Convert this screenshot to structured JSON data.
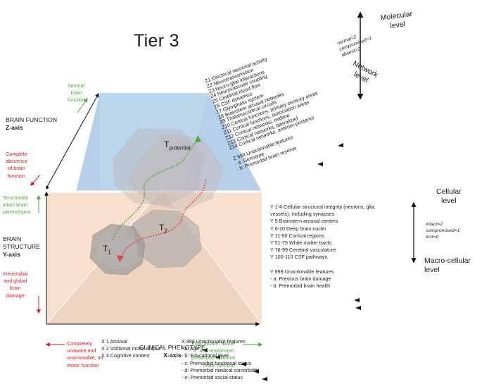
{
  "title": "Tier 3",
  "z_axis": {
    "name": "BRAIN FUNCTION",
    "axis": "Z-axis",
    "top_label": [
      "Normal",
      "brain",
      "function"
    ],
    "bottom_label": [
      "Complete",
      "abscence",
      "of brain",
      "function"
    ]
  },
  "y_axis": {
    "name": "BRAIN STRUCTURE",
    "axis": "Y-axis",
    "top_label": [
      "Structurally",
      "intact brain",
      "parenchyma"
    ],
    "bottom_label": [
      "Irreversibal",
      "and global",
      "brain",
      "damage"
    ]
  },
  "x_axis": {
    "name": "CLINICAL PHENOTYPE",
    "axis": "X-axis",
    "left_label": [
      "Completely",
      "unaware and",
      "unarousable, no",
      "motor function"
    ],
    "right_label": [
      "Fully awake, aware",
      "and responsive,",
      "preserved volitional",
      "motor function"
    ]
  },
  "z_items": [
    "Z1 Electrical neuronal activity",
    "Z2 Neurotransmission",
    "Z3 Neuro-glial interactions",
    "Z4 Neurovascular coupling",
    "Z5 Cerebral blood flow",
    "Z6 CSF dynamics",
    "Z7 Glymphatic system",
    "Z8 Brainstem arousal networks",
    "Z9 Thalamocortical circuits",
    "Z10 Cortical functions, primary sensory areas",
    "Z11 Cortical functions, association areas",
    "Z12 Cortical networks, midline",
    "Z13 Cortical networks, lateralized",
    "Z14 Cortical networks, anterior-posterior",
    "",
    "Z 999 Unactionable features",
    "- a: Genotype",
    "- b: Premorbid brain reserve"
  ],
  "y_items": [
    "Y 1-4 Cellular structural integrity (neurons, glia,",
    "vessels), including synapses",
    "Y 5 Brainstem arousal centers",
    "Y 6-10 Deep brain nuclei",
    "Y 11-50 Cortical regions",
    "Y 51-75 White matter tracts",
    "Y 76-99 Cerebral vasculature",
    "Y 100-110 CSF pathways",
    "",
    "Y 999 Unactionable features",
    "- a: Previous brain damage",
    "- b: Premorbid brain health"
  ],
  "x_items": [
    "X 1 Arousal",
    "X 2 Volitional motor output",
    "X 3 Cognitive content"
  ],
  "x_unactionable": {
    "heading": "X 999 Unactionable features",
    "items": [
      "- a: Age",
      "- b: Educational level",
      "- c: Premorbid functional status",
      "- d: Premorbid medical comorbidty",
      "- e: Premorbid social status"
    ]
  },
  "molecular_scale": {
    "top": [
      "Molecular",
      "level"
    ],
    "bottom": [
      "Network",
      "level"
    ],
    "legend": [
      "normal=2",
      "compromised=1",
      "absent=0"
    ]
  },
  "cellular_scale": {
    "top": [
      "Cellular",
      "level"
    ],
    "bottom": [
      "Macro-cellular",
      "level"
    ],
    "legend": [
      "intact=2",
      "compromised=1",
      "lost=0"
    ]
  },
  "states": {
    "t1": "T",
    "t1_sub": "1",
    "t2": "T",
    "t2_sub": "2",
    "tp": "T",
    "tp_sub": "potential"
  },
  "colors": {
    "blue_zone": "#a9c8e6",
    "peach_zone": "#f6dcc6",
    "red": "#d7191c",
    "green": "#4aa63a"
  }
}
